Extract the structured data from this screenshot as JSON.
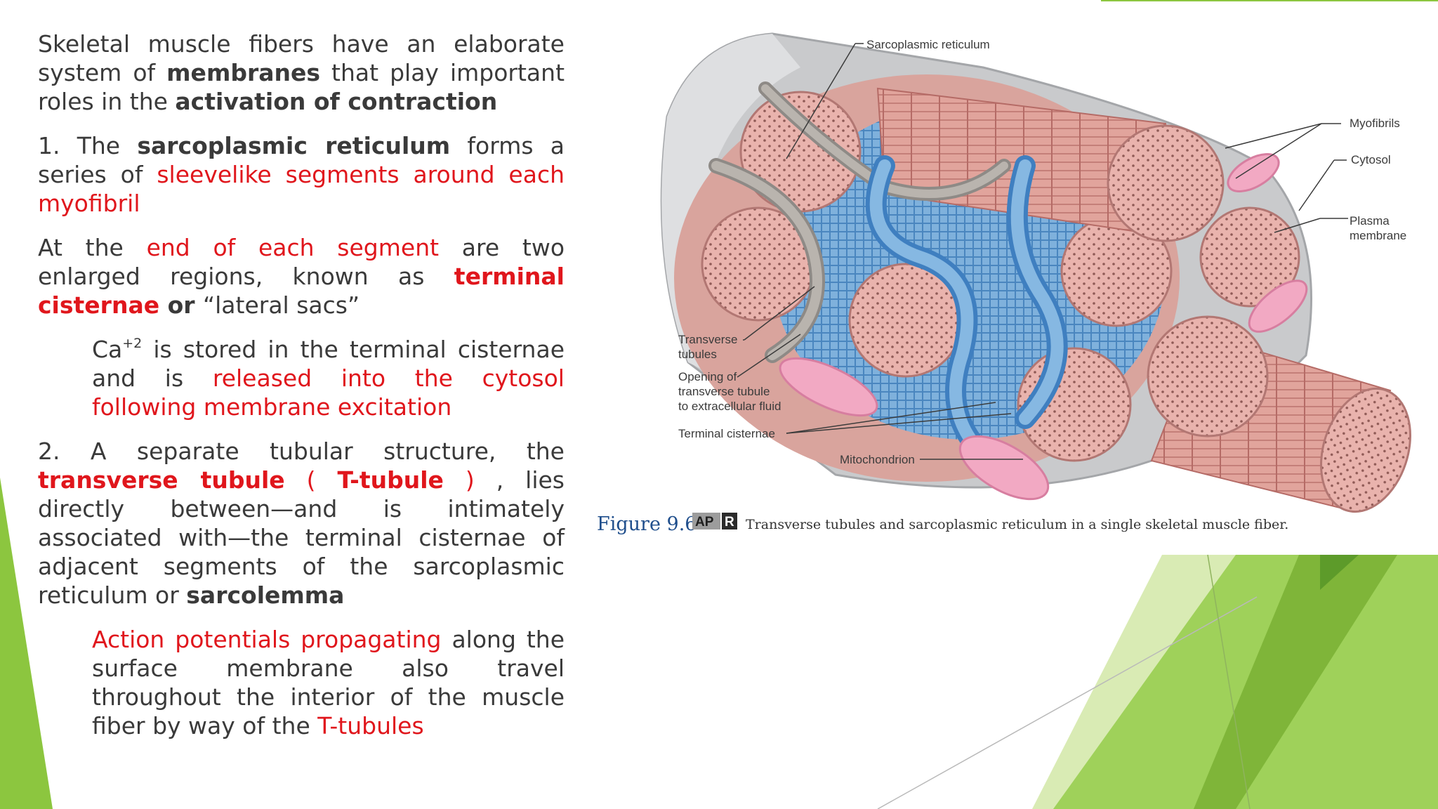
{
  "slide": {
    "paragraphs": [
      {
        "t1": "Skeletal muscle fibers have an elaborate system of ",
        "b1": "membranes",
        "t2": " that play important roles in the ",
        "b2": "activation of contraction"
      },
      {
        "t1": "1. The ",
        "b1": "sarcoplasmic reticulum",
        "t2": " forms a series of ",
        "r1": "sleevelike segments around each myofibril"
      },
      {
        "t1": "At the ",
        "r1": "end of each segment",
        "t2": " are two enlarged regions, known as ",
        "rb1": "terminal cisternae",
        "t3": " or ",
        "q": "“lateral sacs”"
      },
      {
        "t1": "Ca",
        "sup": "+2",
        "t2": " is stored in the terminal cisternae and is ",
        "r1": "released into the cytosol following membrane excitation"
      },
      {
        "t1": "2. A separate tubular structure, the ",
        "rb1": "transverse tubule",
        "rb2": " ( ",
        "rb3": "T-tubule",
        "rb4": " )",
        "t2": " , lies directly between—and is intimately associated with—the terminal cisternae of adjacent segments of the sarcoplasmic reticulum or ",
        "b1": "sarcolemma"
      },
      {
        "r1": "Action potentials propagating",
        "t1": " along the surface membrane also travel throughout the interior of the muscle fiber by way of the ",
        "r2": "T-tubules"
      }
    ]
  },
  "figure": {
    "labels": {
      "sr": "Sarcoplasmic reticulum",
      "myofibrils": "Myofibrils",
      "cytosol": "Cytosol",
      "plasma1": "Plasma",
      "plasma2": "membrane",
      "tt1": "Transverse",
      "tt2": "tubules",
      "op1": "Opening of",
      "op2": "transverse tubule",
      "op3": "to extracellular fluid",
      "tc": "Terminal cisternae",
      "mito": "Mitochondrion"
    },
    "caption": {
      "fig": "Figure 9.6",
      "badge1": "AP",
      "badge2": "R",
      "text": "Transverse tubules and sarcoplasmic reticulum in a single skeletal muscle fiber."
    }
  },
  "colors": {
    "green_light": "#b6d97a",
    "green_mid": "#8cc63f",
    "green_dark": "#5d9b2a",
    "text_red": "#e0161c",
    "fig_blue": "#1f4e8c"
  }
}
